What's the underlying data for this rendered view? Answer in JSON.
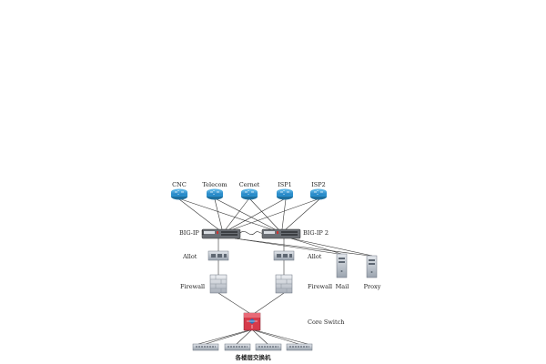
{
  "nodes": {
    "isp_routers": [
      {
        "label": "CNC"
      },
      {
        "label": "Telecom"
      },
      {
        "label": "Cernet"
      },
      {
        "label": "ISP1"
      },
      {
        "label": "ISP2"
      }
    ],
    "bigip_1": {
      "label": "BIG-IP 1"
    },
    "bigip_2": {
      "label": "BIG-IP 2"
    },
    "allot_left": {
      "label": "Allot"
    },
    "allot_right": {
      "label": "Allot"
    },
    "firewall_left": {
      "label": "Firewall"
    },
    "firewall_right": {
      "label": "Firewall"
    },
    "mail_server": {
      "label": "Mail"
    },
    "proxy_server": {
      "label": "Proxy"
    },
    "core_switch": {
      "label": "Core Switch"
    },
    "access_switches_caption": "各楼层交换机"
  },
  "colors": {
    "router": "#3aa0d8",
    "router_dark": "#1f6f9e",
    "link": "#333333",
    "device": "#b9c0c9",
    "core_switch": "#d63a4a"
  }
}
